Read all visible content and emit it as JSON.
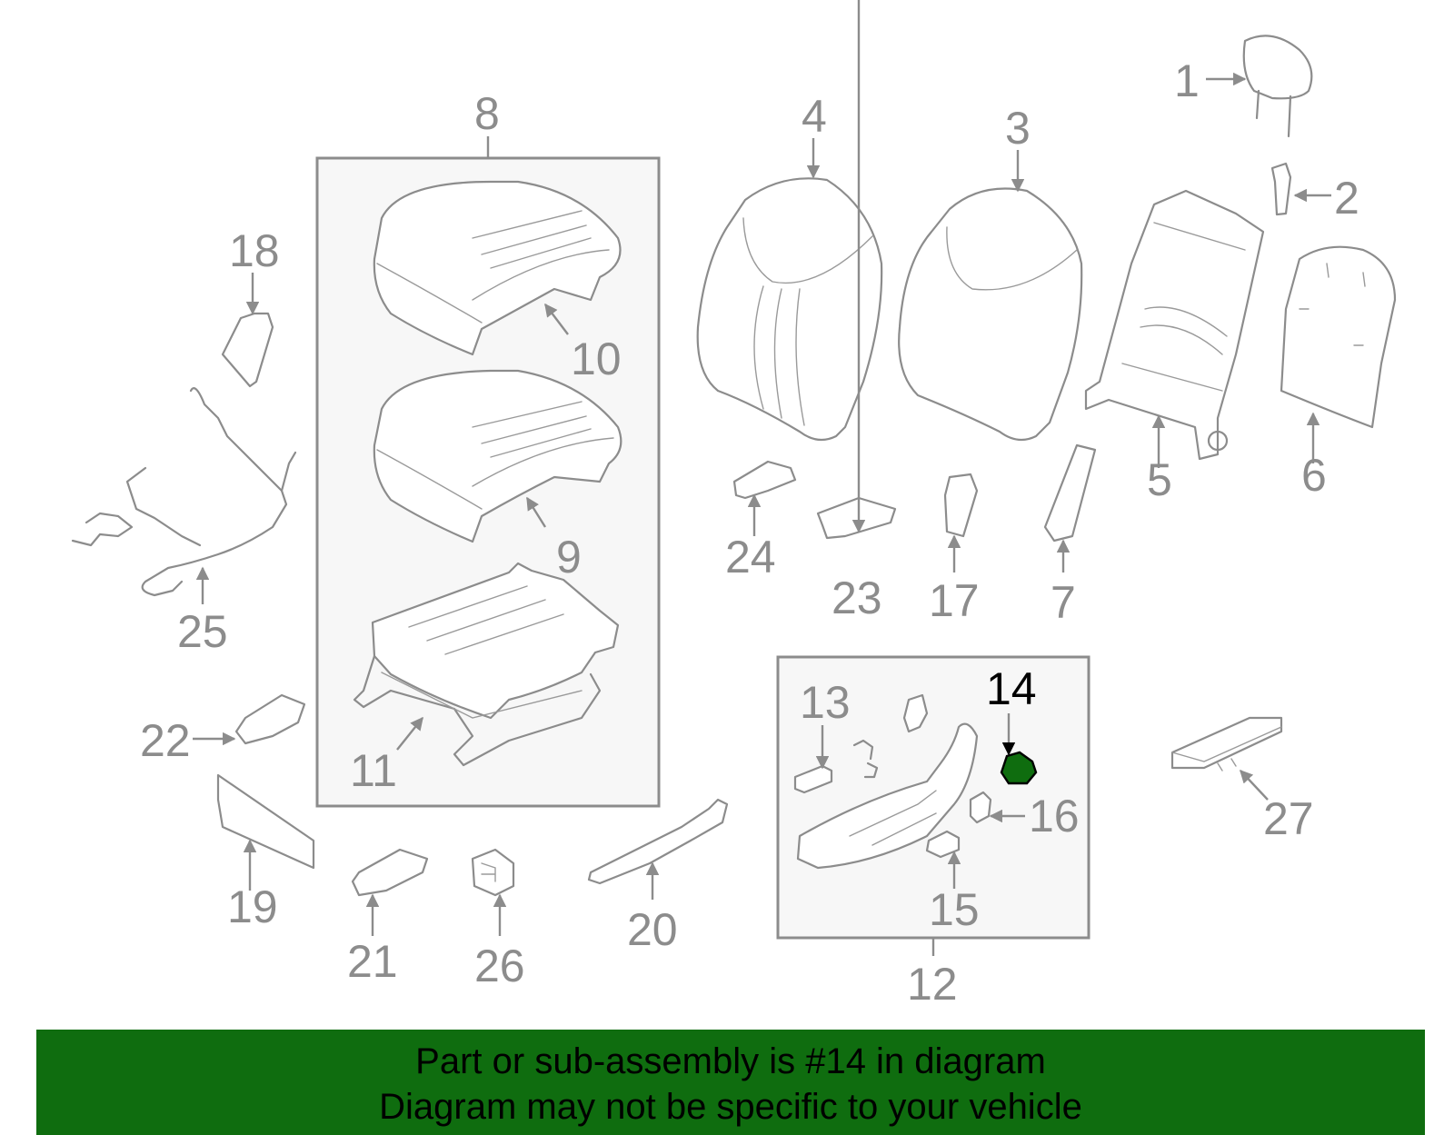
{
  "colors": {
    "part_line": "#8c8c8c",
    "highlight_fill": "#0f6d0f",
    "banner_bg": "#0f6d0f",
    "box_bg": "#f7f7f7"
  },
  "callouts": {
    "c1": "1",
    "c2": "2",
    "c3": "3",
    "c4": "4",
    "c5": "5",
    "c6": "6",
    "c7": "7",
    "c8": "8",
    "c9": "9",
    "c10": "10",
    "c11": "11",
    "c12": "12",
    "c13": "13",
    "c14": "14",
    "c15": "15",
    "c16": "16",
    "c17": "17",
    "c18": "18",
    "c19": "19",
    "c20": "20",
    "c21": "21",
    "c22": "22",
    "c23": "23",
    "c24": "24",
    "c25": "25",
    "c26": "26",
    "c27": "27"
  },
  "banner": {
    "line1": "Part or sub-assembly is #14 in diagram",
    "line2": "Diagram may not be specific to your vehicle"
  }
}
